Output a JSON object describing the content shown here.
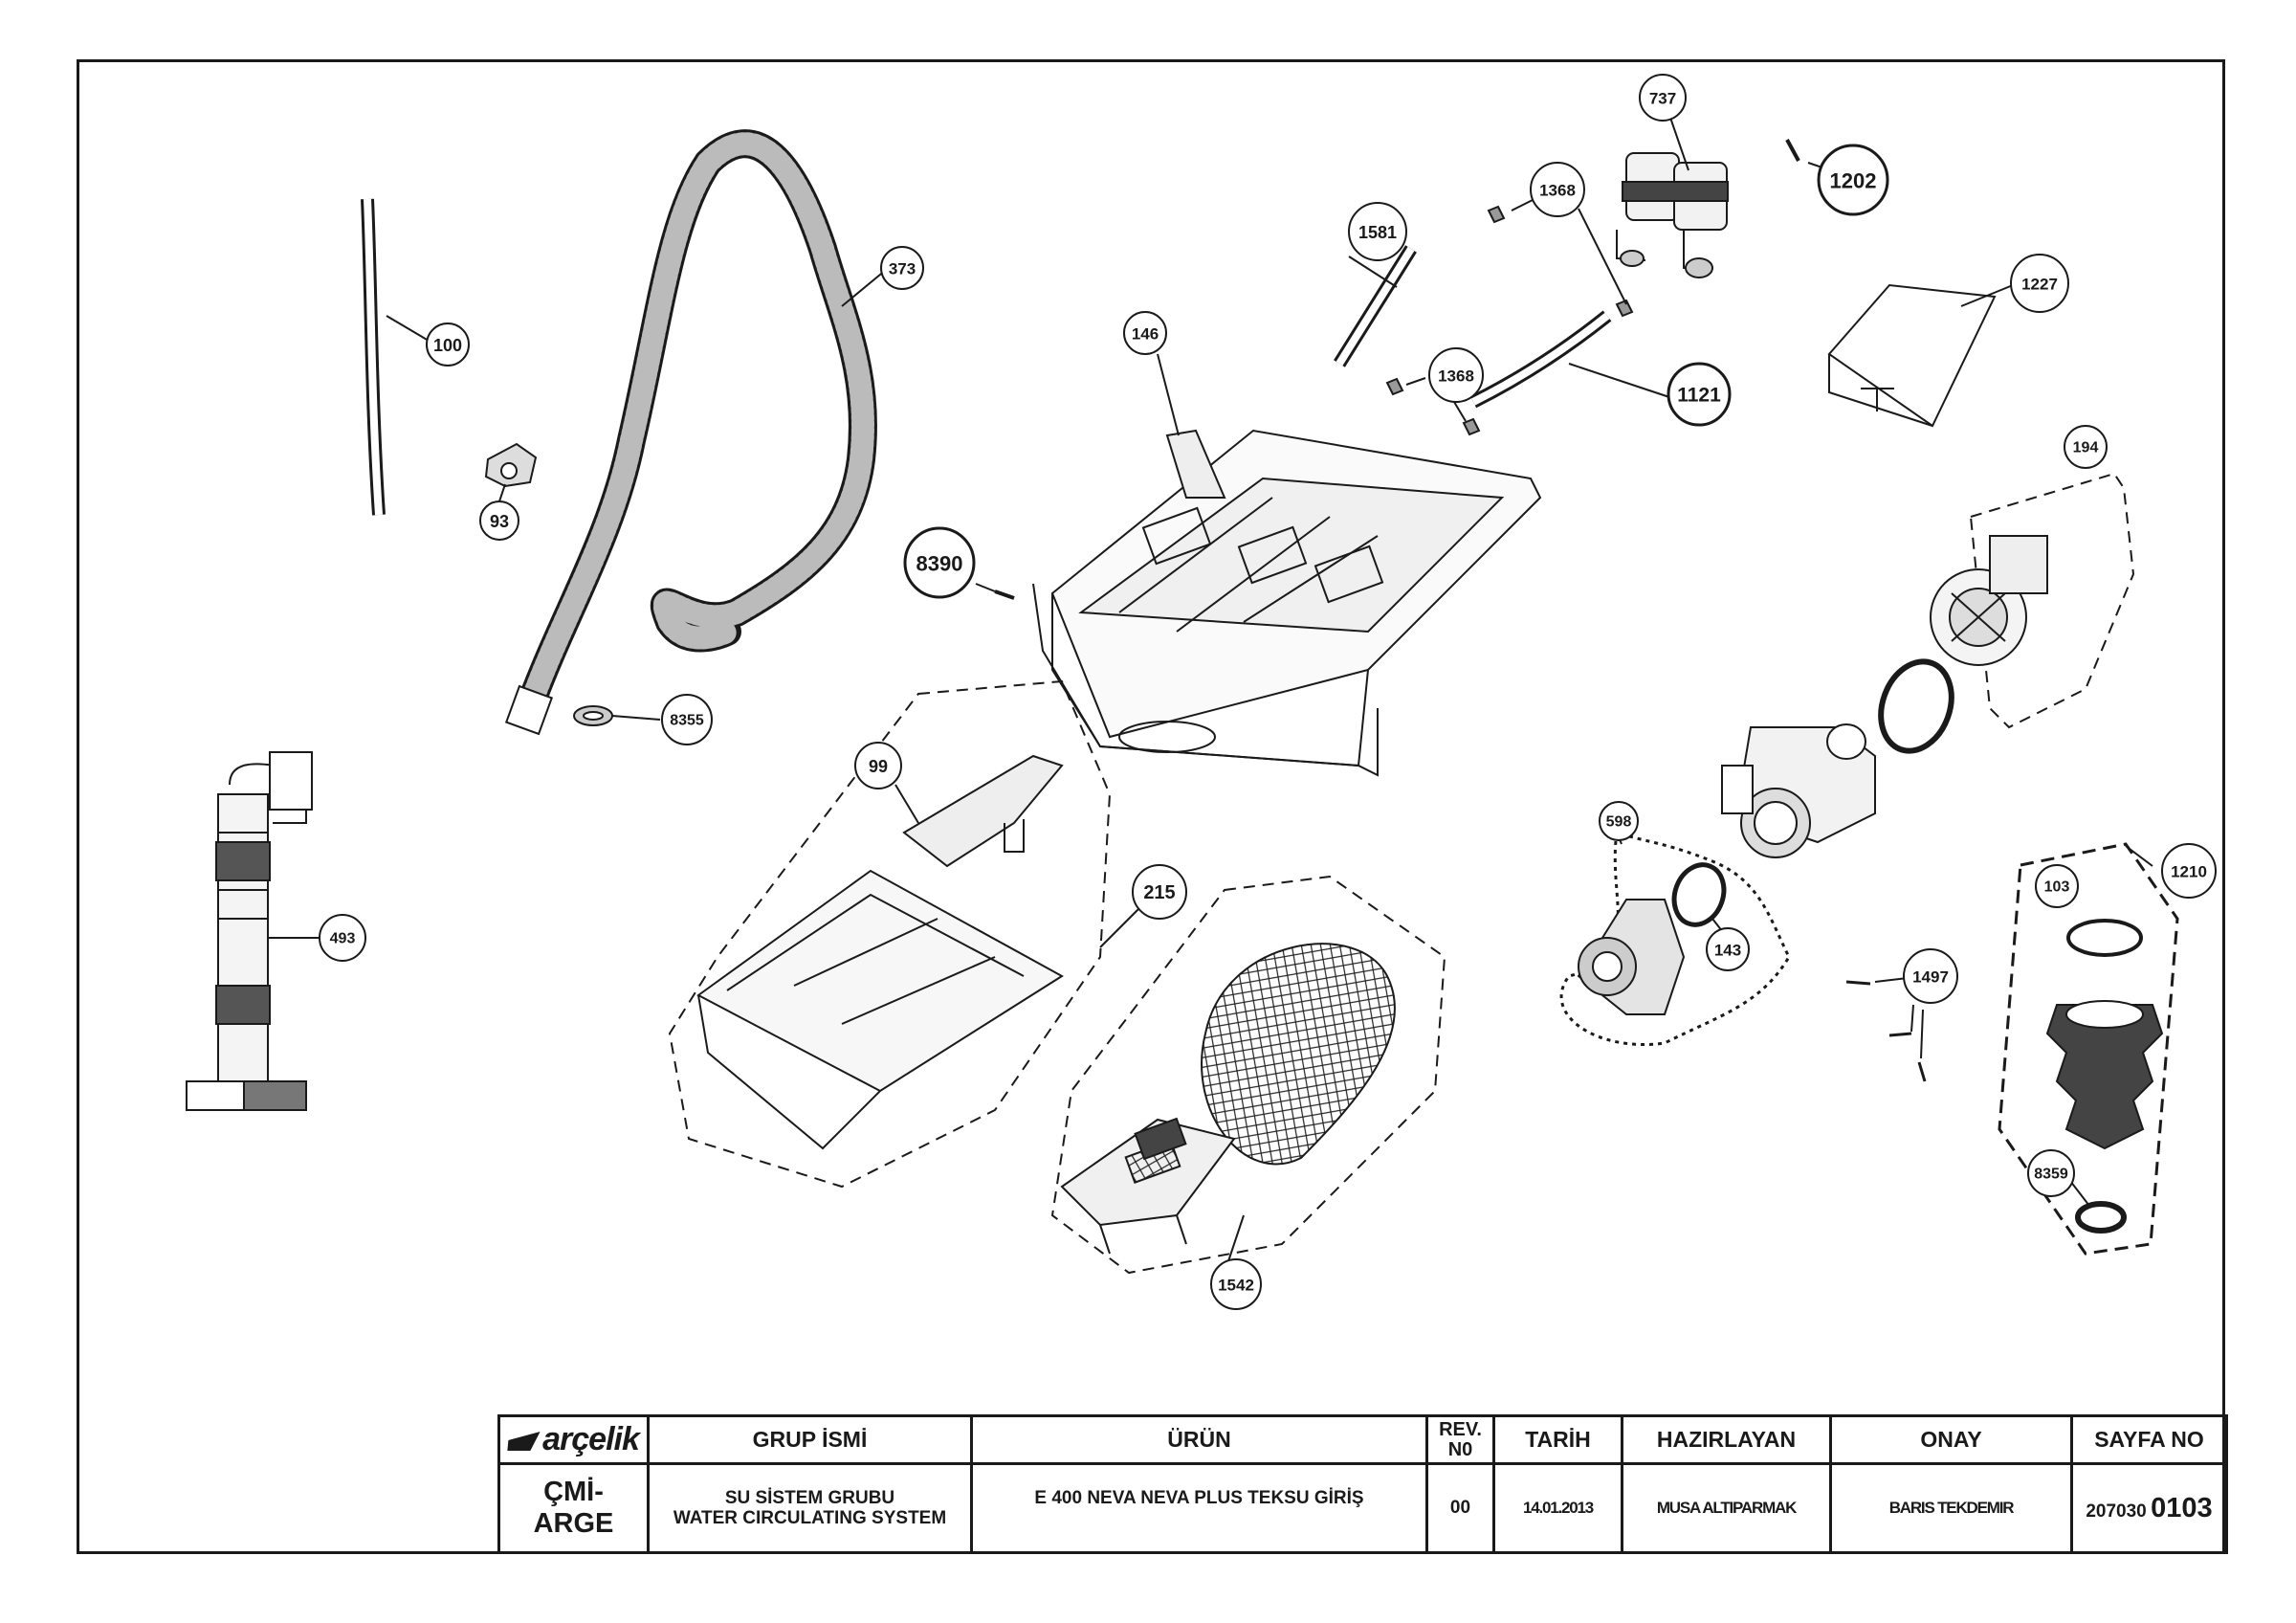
{
  "parts": [
    {
      "id": "p100",
      "label": "100"
    },
    {
      "id": "p93",
      "label": "93"
    },
    {
      "id": "p373",
      "label": "373"
    },
    {
      "id": "p8355",
      "label": "8355"
    },
    {
      "id": "p493",
      "label": "493"
    },
    {
      "id": "p146",
      "label": "146"
    },
    {
      "id": "p8390",
      "label": "8390"
    },
    {
      "id": "p1581",
      "label": "1581"
    },
    {
      "id": "p1368a",
      "label": "1368"
    },
    {
      "id": "p1368b",
      "label": "1368"
    },
    {
      "id": "p737",
      "label": "737"
    },
    {
      "id": "p1202",
      "label": "1202"
    },
    {
      "id": "p1121",
      "label": "1121"
    },
    {
      "id": "p1227",
      "label": "1227"
    },
    {
      "id": "p194",
      "label": "194"
    },
    {
      "id": "p99",
      "label": "99"
    },
    {
      "id": "p215",
      "label": "215"
    },
    {
      "id": "p598",
      "label": "598"
    },
    {
      "id": "p143",
      "label": "143"
    },
    {
      "id": "p1497",
      "label": "1497"
    },
    {
      "id": "p103",
      "label": "103"
    },
    {
      "id": "p1210",
      "label": "1210"
    },
    {
      "id": "p8359",
      "label": "8359"
    },
    {
      "id": "p1542",
      "label": "1542"
    }
  ],
  "titleblock": {
    "logo": "arçelik",
    "headers": {
      "grup_ismi": "GRUP İSMİ",
      "urun": "ÜRÜN",
      "rev_line1": "REV.",
      "rev_line2": "N0",
      "tarih": "TARİH",
      "hazirlayan": "HAZIRLAYAN",
      "onay": "ONAY",
      "sayfa_no": "SAYFA NO"
    },
    "values": {
      "department": "ÇMİ-ARGE",
      "group_line1": "SU SİSTEM GRUBU",
      "group_line2": "WATER CIRCULATING SYSTEM",
      "product": "E 400 NEVA NEVA PLUS TEKSU GİRİŞ",
      "rev": "00",
      "date": "14.01.2013",
      "prepared_by": "MUSA ALTIPARMAK",
      "approved_by": "BARIS TEKDEMIR",
      "page_prefix": "207030",
      "page_suffix": "0103"
    }
  }
}
